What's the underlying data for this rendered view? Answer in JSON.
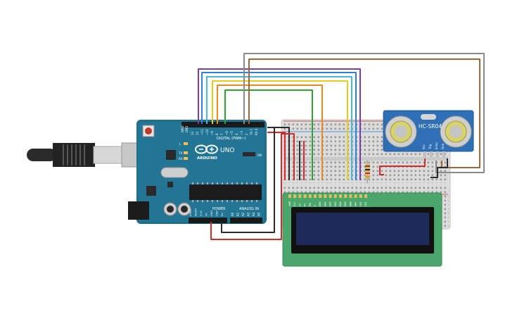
{
  "arduino": {
    "brand": "ARDUINO",
    "model": "UNO",
    "digital_header": "DIGITAL (PWM~)",
    "power_header": "POWER",
    "analog_header": "ANALOG IN",
    "on_label": "ON",
    "tx_label": "TX",
    "rx_label": "RX",
    "l_label": "L",
    "aref_label": "AREF",
    "gnd_label": "GND",
    "digital_pins": [
      "13",
      "12",
      "~11",
      "~10",
      "~9",
      "8",
      "7",
      "~6",
      "~5",
      "4",
      "~3",
      "2",
      "TX 1",
      "RX 0"
    ],
    "power_pins": [
      "IOREF",
      "RESET",
      "3.3V",
      "5V",
      "GND",
      "GND",
      "Vin"
    ],
    "analog_pins": [
      "A0",
      "A1",
      "A2",
      "A3",
      "A4",
      "A5"
    ]
  },
  "sensor": {
    "model": "HC-SR04",
    "pins": [
      "Vcc",
      "Trig",
      "Echo",
      "Gnd"
    ]
  },
  "lcd": {
    "pins": [
      "GND",
      "VCC",
      "V0",
      "RS",
      "RW",
      "E",
      "DB0",
      "DB1",
      "DB2",
      "DB3",
      "DB4",
      "DB5",
      "DB6",
      "DB7",
      "LED",
      "LED"
    ]
  },
  "colors": {
    "arduino_board": "#1f6e8c",
    "breadboard": "#dcdcdc",
    "lcd_board": "#4aa66a",
    "lcd_screen": "#1e2a5a",
    "sensor_board": "#2f6fb5",
    "wire_red": "#d42a2a",
    "wire_black": "#2b2b2b",
    "wire_green": "#33a033",
    "wire_orange": "#e58a1f",
    "wire_yellow": "#e8cc1a",
    "wire_blue": "#2e7fd8",
    "wire_cyan": "#46b8e0",
    "wire_purple": "#7a3fa0",
    "wire_gray": "#8a8a8a",
    "wire_brown": "#a0683a"
  }
}
